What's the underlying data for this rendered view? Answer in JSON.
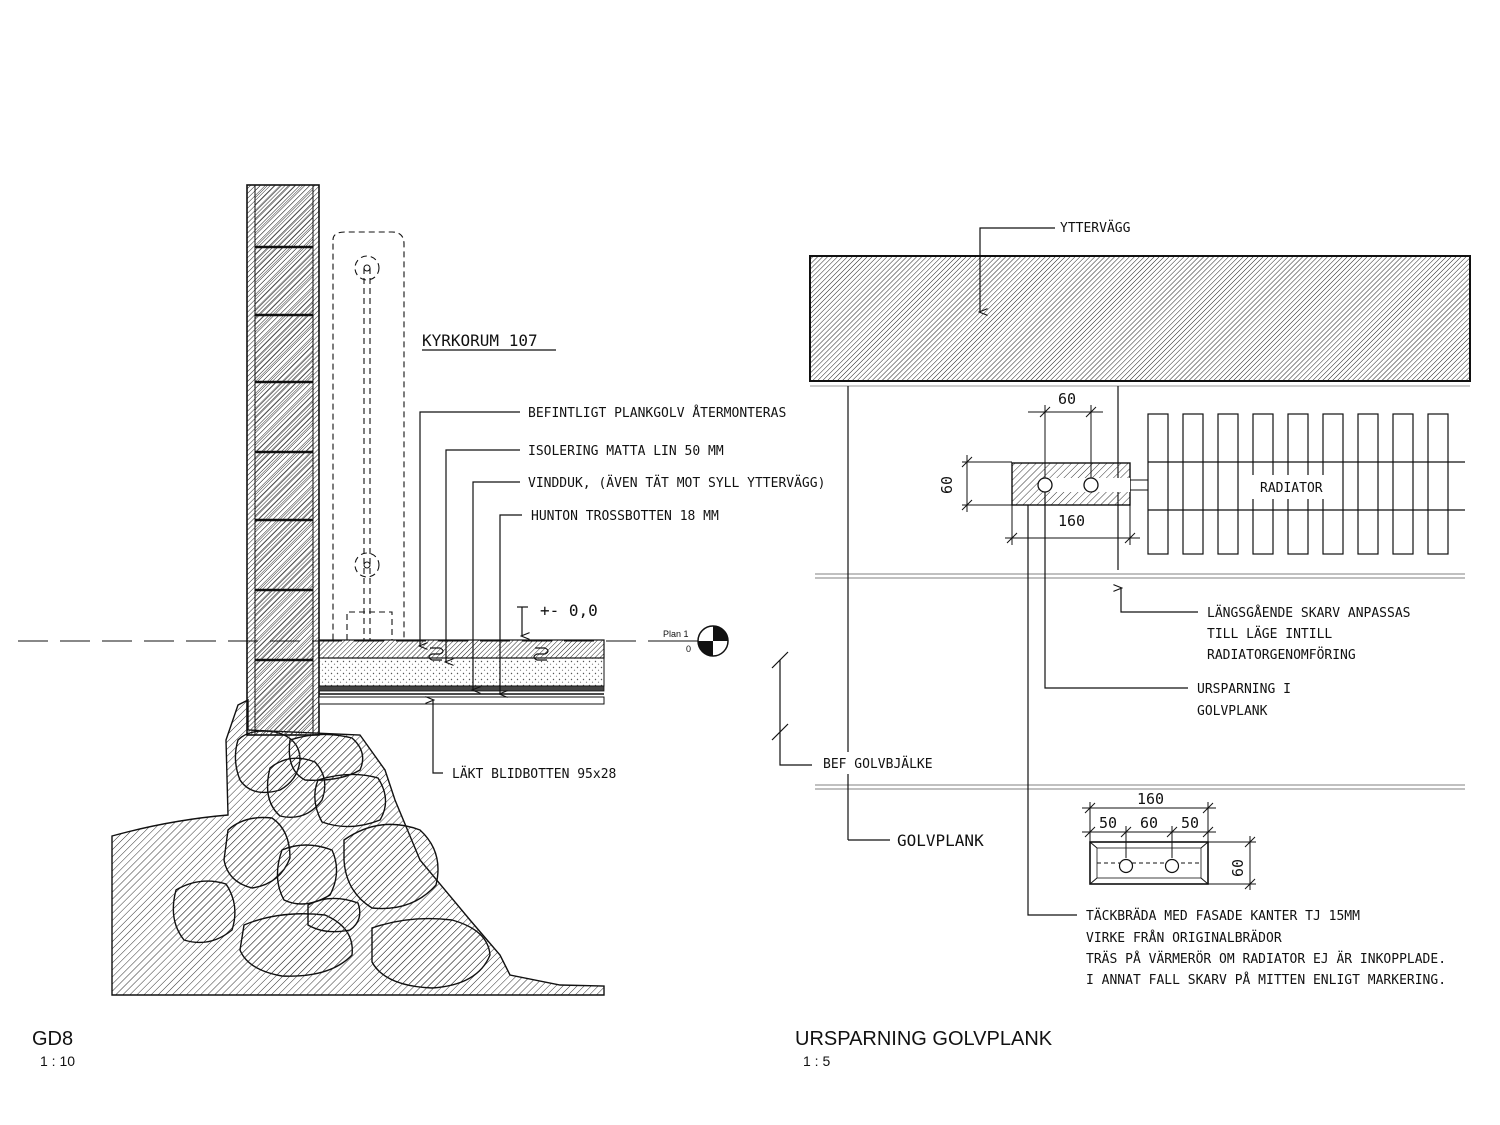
{
  "left_detail": {
    "room_label": "KYRKORUM 107",
    "labels": {
      "floor": "BEFINTLIGT PLANKGOLV ÅTERMONTERAS",
      "insulation": "ISOLERING MATTA LIN 50 MM",
      "wind": "VINDDUK, (ÄVEN TÄT MOT SYLL YTTERVÄGG)",
      "hunton": "HUNTON TROSSBOTTEN 18 MM",
      "lakt": "LÄKT BLIDBOTTEN 95x28"
    },
    "level": "+- 0,0",
    "marker_label": "Plan 1",
    "marker_value": "0",
    "title": "GD8",
    "scale": "1 : 10"
  },
  "right_detail": {
    "labels": {
      "ytter": "YTTERVÄGG",
      "radiator": "RADIATOR",
      "skarv": [
        "LÄNGSGÅENDE SKARV ANPASSAS",
        "TILL LÄGE INTILL",
        "RADIATORGENOMFÖRING"
      ],
      "ursparning": [
        "URSPARNING I",
        "GOLVPLANK"
      ],
      "golvbjalke": "BEF GOLVBJÄLKE",
      "golvplank": "GOLVPLANK",
      "tack": [
        "TÄCKBRÄDA MED FASADE KANTER TJ 15MM",
        "VIRKE FRÅN ORIGINALBRÄDOR",
        "TRÄS PÅ VÄRMERÖR OM RADIATOR EJ ÄR INKOPPLADE.",
        "I ANNAT FALL SKARV PÅ MITTEN ENLIGT MARKERING."
      ]
    },
    "dims": {
      "top_width": "60",
      "left_height": "60",
      "bottom_width": "160",
      "cover_total": "160",
      "cover_left": "50",
      "cover_mid": "60",
      "cover_right": "50",
      "cover_height": "60"
    },
    "title": "URSPARNING GOLVPLANK",
    "scale": "1 : 5"
  }
}
